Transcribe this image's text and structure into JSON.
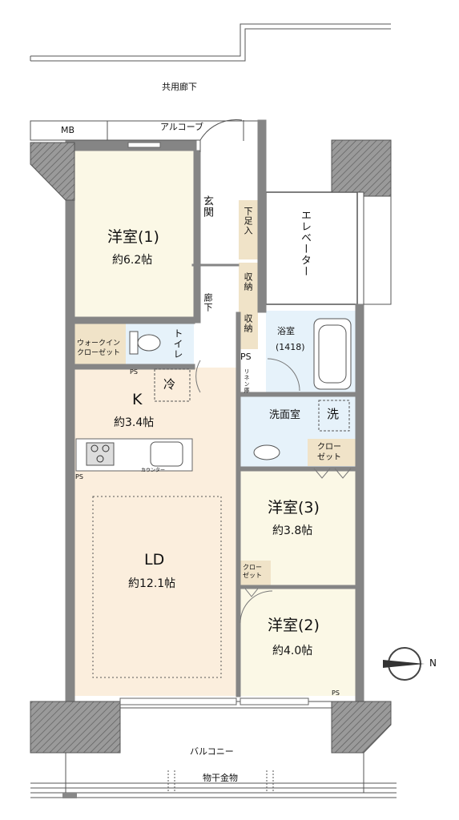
{
  "labels": {
    "corridor": "共用廊下",
    "mb": "MB",
    "alcove": "アルコーブ",
    "elevator": "エレベーター",
    "entrance": "玄関",
    "shoe_box": "下足入",
    "hall": "廊下",
    "storage": "収納",
    "walk_in_closet": "ウォークイン\nクローゼット",
    "toilet": "トイレ",
    "ps": "PS",
    "bath": "浴室",
    "bath_size": "(1418)",
    "linen": "リネン庫",
    "refrigerator": "冷",
    "washroom": "洗面室",
    "washer": "洗",
    "closet": "クロー\nゼット",
    "kitchen_counter": "カウンター",
    "balcony": "バルコニー",
    "laundry_rack": "物干金物",
    "north": "N"
  },
  "rooms": [
    {
      "id": "western1",
      "name": "洋室(1)",
      "size": "約6.2帖"
    },
    {
      "id": "kitchen",
      "name": "K",
      "size": "約3.4帖"
    },
    {
      "id": "ld",
      "name": "LD",
      "size": "約12.1帖"
    },
    {
      "id": "western3",
      "name": "洋室(3)",
      "size": "約3.8帖"
    },
    {
      "id": "western2",
      "name": "洋室(2)",
      "size": "約4.0帖"
    }
  ],
  "colors": {
    "western_room": "#fbf8e6",
    "ldk": "#fbeedd",
    "wet_area": "#e6f2fa",
    "closet": "#f0e3c8",
    "wall": "#858585",
    "column_hatch": "#7a7a7a"
  }
}
